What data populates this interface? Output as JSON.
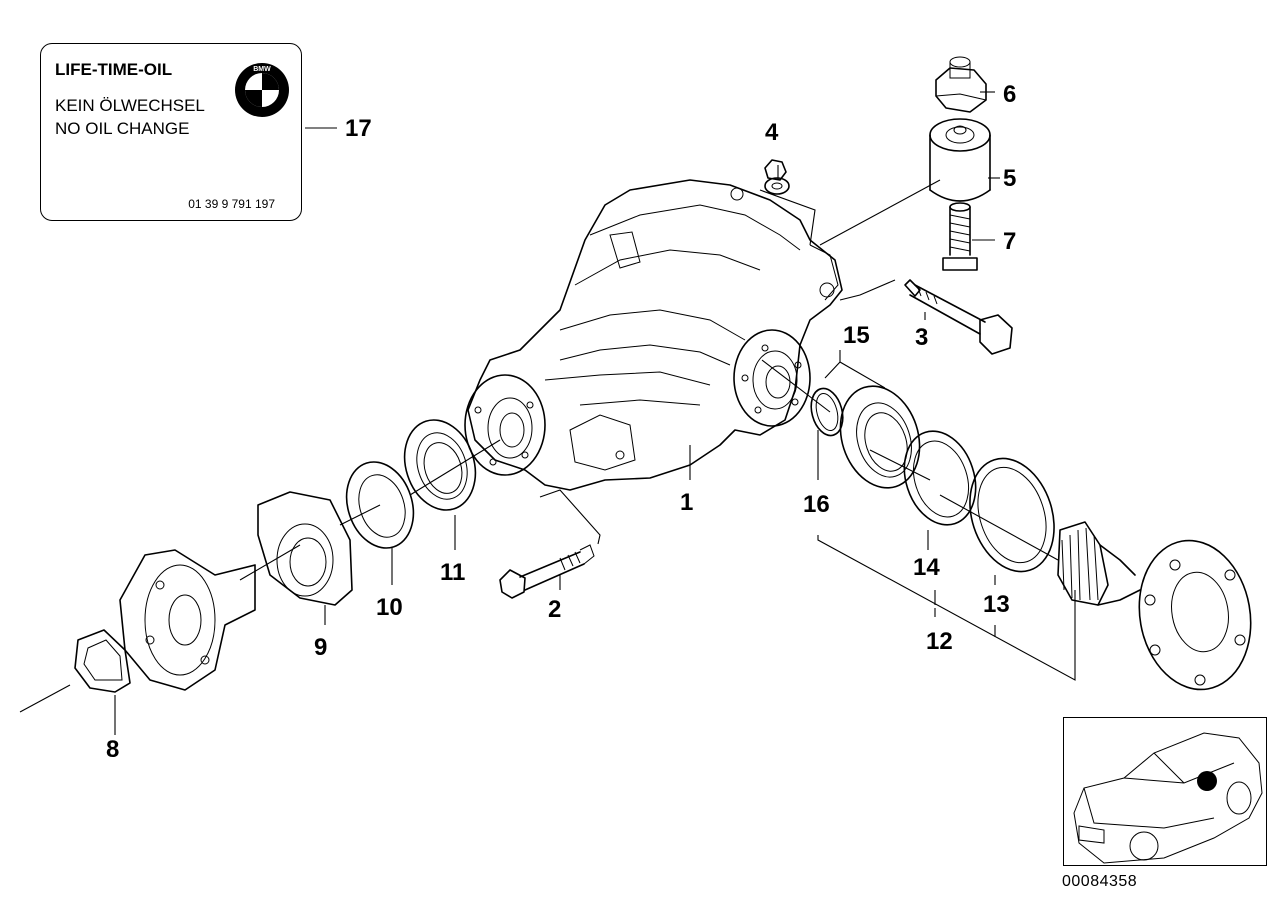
{
  "label": {
    "title": "LIFE-TIME-OIL",
    "line1": "KEIN ÖLWECHSEL",
    "line2": "NO OIL CHANGE",
    "part_number": "01 39 9 791 197",
    "logo_text": "BMW"
  },
  "callouts": {
    "c1": "1",
    "c2": "2",
    "c3": "3",
    "c4": "4",
    "c5": "5",
    "c6": "6",
    "c7": "7",
    "c8": "8",
    "c9": "9",
    "c10": "10",
    "c11": "11",
    "c12": "12",
    "c13": "13",
    "c14": "14",
    "c15": "15",
    "c16": "16",
    "c17": "17"
  },
  "diagram_id": "00084358",
  "inset": {
    "highlight_color": "#000000"
  }
}
